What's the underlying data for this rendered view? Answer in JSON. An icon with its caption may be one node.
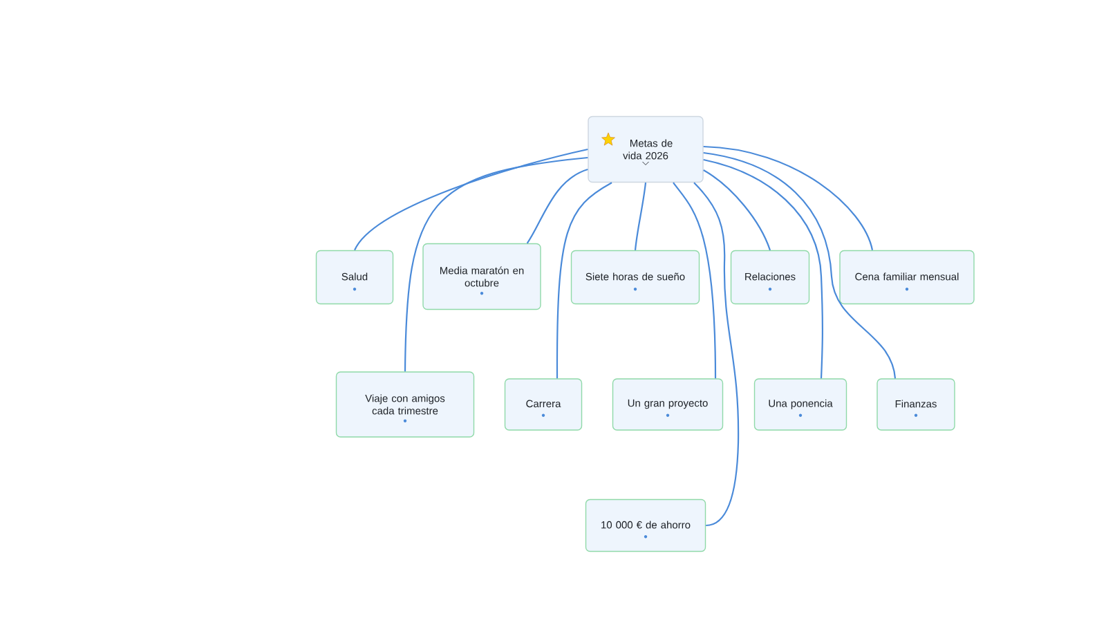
{
  "diagram": {
    "nodes": [
      {
        "text": [
          "Metas de vida 2026"
        ]
      },
      {
        "text": [
          "Salud"
        ]
      },
      {
        "text": [
          "Media maratón en octubre"
        ]
      },
      {
        "text": [
          "Siete horas de sueño"
        ]
      },
      {
        "text": [
          "Relaciones"
        ]
      },
      {
        "text": [
          "Cena familiar mensual"
        ]
      },
      {
        "text": [
          "Viaje con amigos cada trimestre"
        ]
      },
      {
        "text": [
          "Carrera"
        ]
      },
      {
        "text": [
          "Un gran proyecto"
        ]
      },
      {
        "text": [
          "Una ponencia"
        ]
      },
      {
        "text": [
          "Finanzas"
        ]
      },
      {
        "text": [
          "10 000 € de ahorro"
        ]
      }
    ],
    "edges": [
      {
        "from": 0,
        "to": 1,
        "arrow": "none"
      },
      {
        "from": 0,
        "to": 2,
        "arrow": "none"
      },
      {
        "from": 0,
        "to": 3,
        "arrow": "none"
      },
      {
        "from": 0,
        "to": 4,
        "arrow": "none"
      },
      {
        "from": 0,
        "to": 5,
        "arrow": "none"
      },
      {
        "from": 0,
        "to": 6,
        "arrow": "none"
      },
      {
        "from": 0,
        "to": 7,
        "arrow": "none"
      },
      {
        "from": 0,
        "to": 8,
        "arrow": "none"
      },
      {
        "from": 0,
        "to": 9,
        "arrow": "none"
      },
      {
        "from": 0,
        "to": 10,
        "arrow": "none"
      },
      {
        "from": 0,
        "to": 11,
        "arrow": "none"
      }
    ]
  }
}
